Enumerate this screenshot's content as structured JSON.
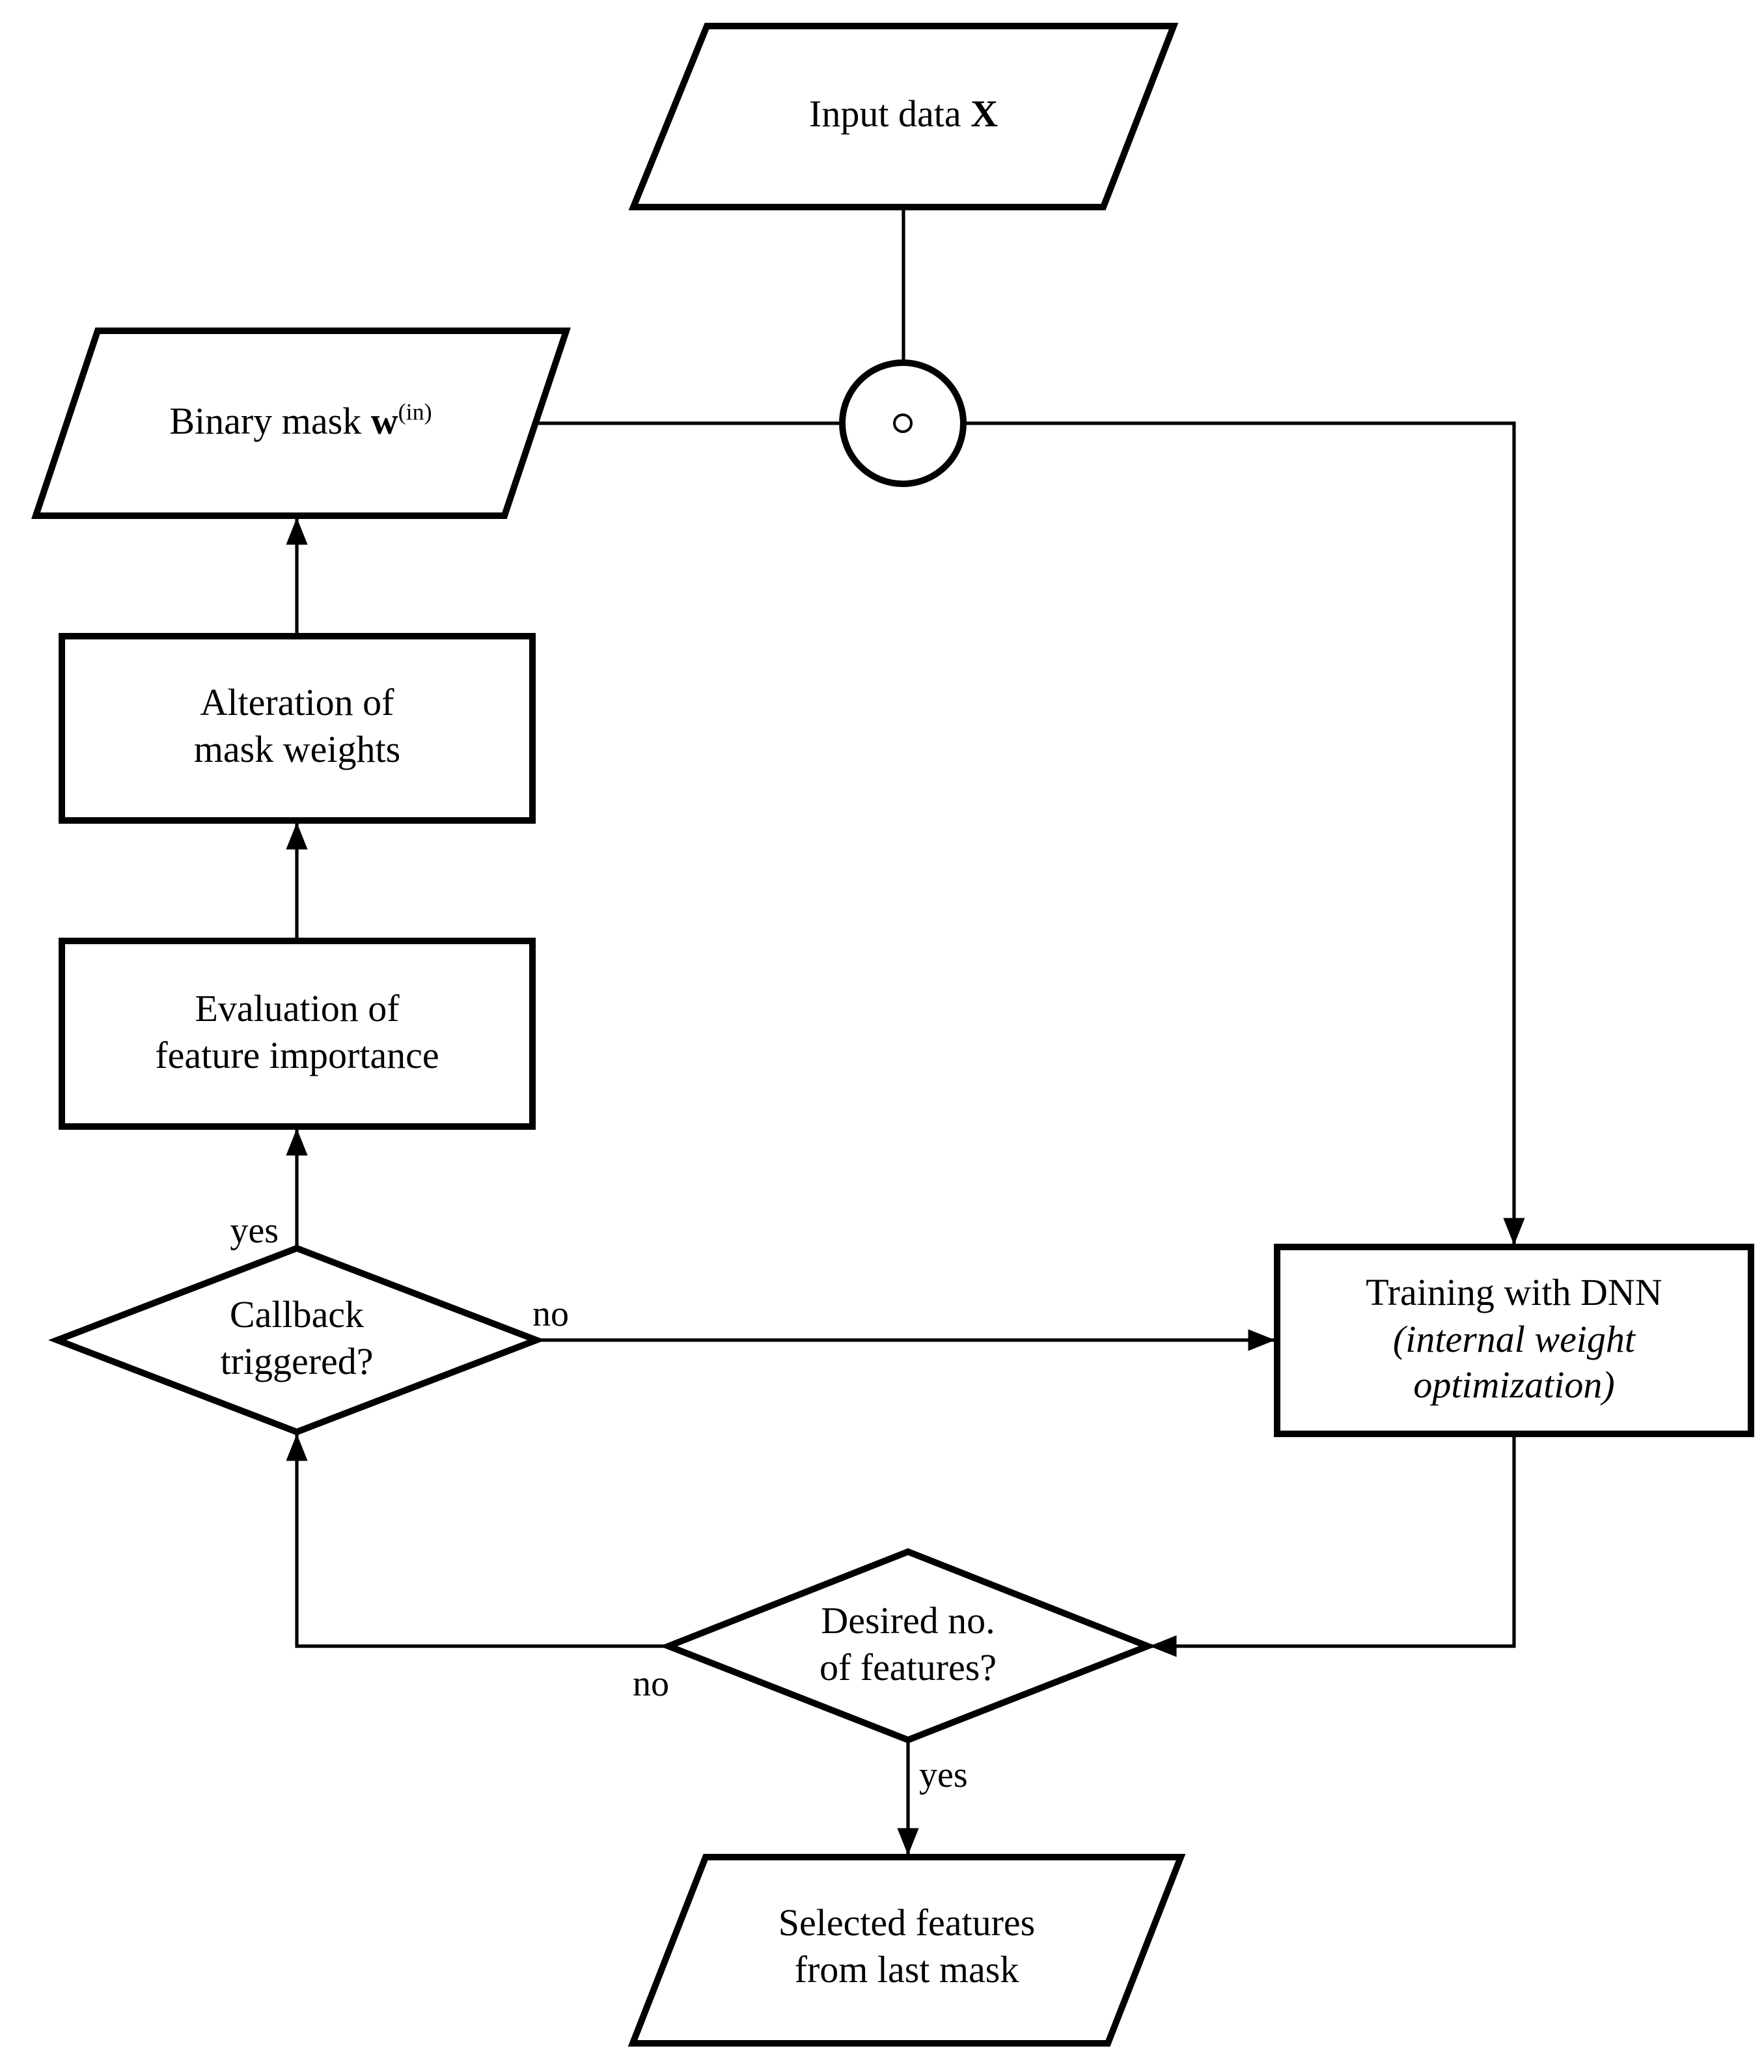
{
  "diagram": {
    "background_color": "#ffffff",
    "stroke_color": "#000000",
    "nodes": {
      "input_data": {
        "prefix": "Input data",
        "symbol": "X"
      },
      "binary_mask": {
        "prefix": "Binary mask",
        "symbol": "w",
        "superscript": "(in)"
      },
      "hadamard": {
        "operator": "∘"
      },
      "alteration": {
        "label": "Alteration of\nmask weights"
      },
      "evaluation": {
        "label": "Evaluation of\nfeature importance"
      },
      "callback": {
        "label": "Callback\ntriggered?"
      },
      "training": {
        "title": "Training with DNN",
        "subtitle": "(internal weight\noptimization)"
      },
      "desired": {
        "label": "Desired no.\nof features?"
      },
      "selected": {
        "label": "Selected features\nfrom last mask"
      }
    },
    "edge_labels": {
      "callback_yes": "yes",
      "callback_no": "no",
      "desired_no": "no",
      "desired_yes": "yes"
    }
  }
}
